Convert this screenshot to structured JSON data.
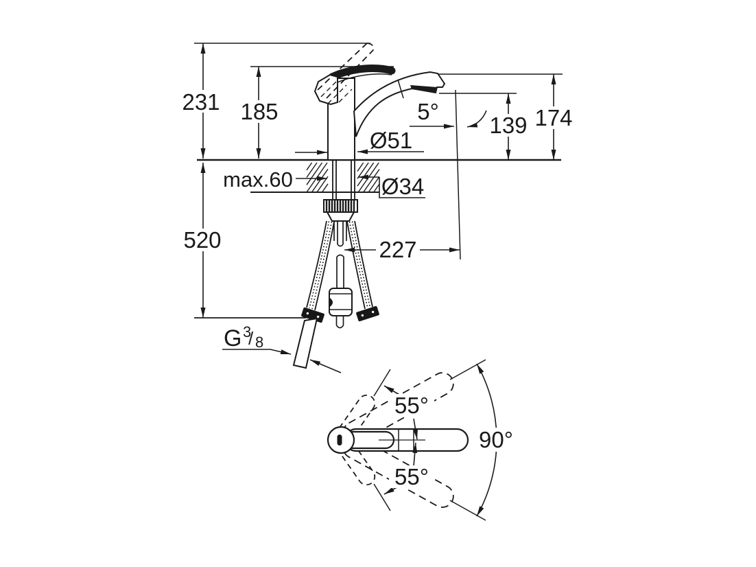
{
  "drawing": {
    "type": "faucet-installation-dimension-drawing",
    "background": "#ffffff",
    "line_color": "#1a1a1a",
    "side_view": {
      "dim_height_total_raised": "231",
      "dim_height_handle": "185",
      "dim_spout_top": "174",
      "dim_spout_outlet": "139",
      "angle_spray": "5°",
      "dia_body": "Ø51",
      "deck_thickness": "max.60",
      "dia_shank": "Ø34",
      "dim_below_deck": "520",
      "dim_reach": "227",
      "thread": {
        "letter": "G",
        "numerator": "3",
        "slash": "/",
        "denominator": "8"
      }
    },
    "top_view": {
      "angle_handle_up": "55°",
      "angle_swivel": "90°",
      "angle_handle_down": "55°"
    }
  }
}
